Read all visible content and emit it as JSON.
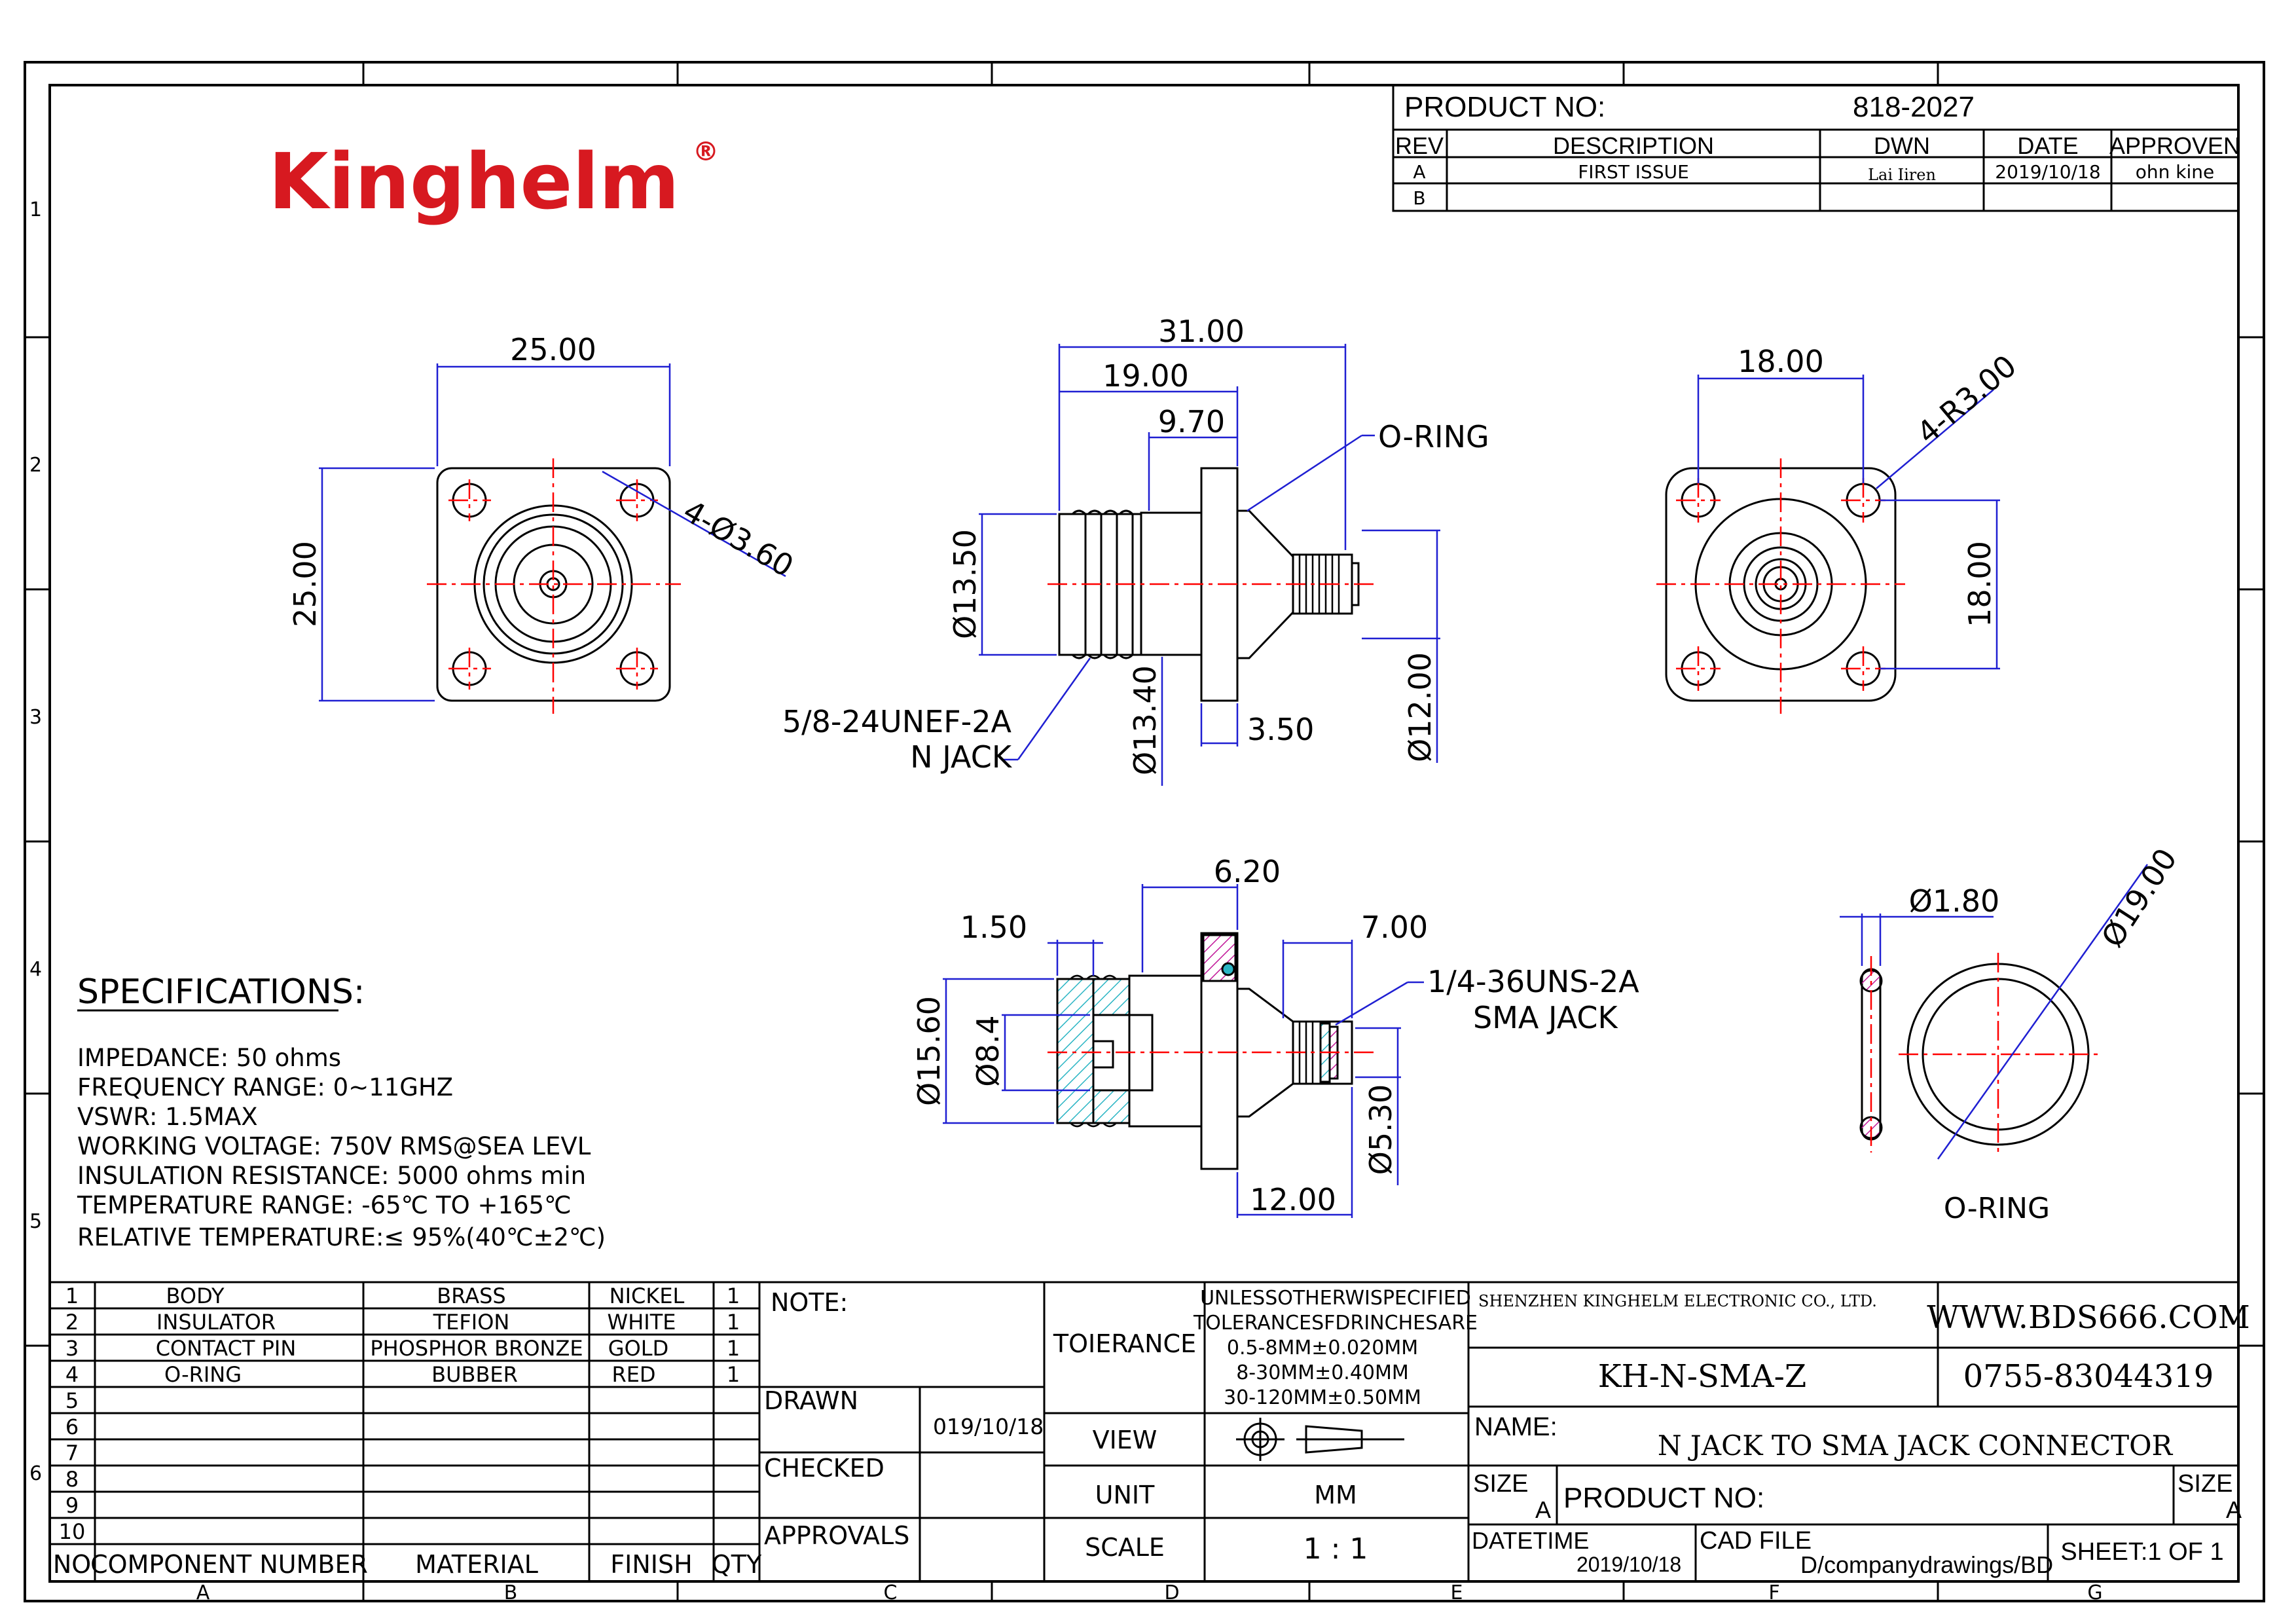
{
  "brand": {
    "logo_text": "Kinghelm",
    "logo_color": "#d71920"
  },
  "colors": {
    "dimension": "#1f1fd2",
    "center": "#ff0000",
    "hatch_cyan": "#2ab5c4",
    "hatch_magenta": "#c2199a",
    "line": "#000000"
  },
  "border": {
    "row_numbers": [
      "1",
      "2",
      "3",
      "4",
      "5",
      "6"
    ],
    "col_letters": [
      "A",
      "B",
      "C",
      "D",
      "E",
      "F",
      "G"
    ]
  },
  "revision_block": {
    "product_no_label": "PRODUCT NO:",
    "product_no": "818-2027",
    "headers": {
      "rev": "REV",
      "description": "DESCRIPTION",
      "dwn": "DWN",
      "date": "DATE",
      "approver": "APPROVEN"
    },
    "rows": [
      {
        "rev": "A",
        "description": "FIRST ISSUE",
        "dwn": "Lai Iiren",
        "date": "2019/10/18",
        "approver": "ohn kine"
      },
      {
        "rev": "B",
        "description": "",
        "dwn": "",
        "date": "",
        "approver": ""
      }
    ]
  },
  "dimensions": {
    "front_width": "25.00",
    "front_height": "25.00",
    "front_holes": "4-Ø3.60",
    "side_overall": "31.00",
    "side_19": "19.00",
    "side_970": "9.70",
    "side_dia1350": "Ø13.50",
    "side_dia1340": "Ø13.40",
    "side_350": "3.50",
    "side_dia1200": "Ø12.00",
    "o_ring_callout": "O-RING",
    "thread_n_line1": "5/8-24UNEF-2A",
    "thread_n_line2": "N JACK",
    "rear_width": "18.00",
    "rear_height": "18.00",
    "rear_radius": "4-R3.00",
    "sec_620": "6.20",
    "sec_150": "1.50",
    "sec_700": "7.00",
    "sec_dia1560": "Ø15.60",
    "sec_dia84": "Ø8.4",
    "sec_dia530": "Ø5.30",
    "sec_1200": "12.00",
    "thread_sma_line1": "1/4-36UNS-2A",
    "thread_sma_line2": "SMA JACK",
    "oring_dia180": "Ø1.80",
    "oring_dia1900": "Ø19.00",
    "oring_label": "O-RING"
  },
  "specifications": {
    "title": "SPECIFICATIONS:",
    "lines": [
      "IMPEDANCE: 50 ohms",
      "FREQUENCY RANGE: 0~11GHZ",
      "VSWR: 1.5MAX",
      "WORKING VOLTAGE: 750V RMS@SEA LEVL",
      "INSULATION RESISTANCE: 5000 ohms min",
      "TEMPERATURE RANGE: -65℃ TO +165℃",
      "RELATIVE TEMPERATURE:≤ 95%(40℃±2℃)"
    ]
  },
  "bom": {
    "headers": {
      "no": "NO",
      "component": "COMPONENT NUMBER",
      "material": "MATERIAL",
      "finish": "FINISH",
      "qty": "QTY"
    },
    "rows": [
      {
        "no": "1",
        "component": "BODY",
        "material": "BRASS",
        "finish": "NICKEL",
        "qty": "1"
      },
      {
        "no": "2",
        "component": "INSULATOR",
        "material": "TEFION",
        "finish": "WHITE",
        "qty": "1"
      },
      {
        "no": "3",
        "component": "CONTACT PIN",
        "material": "PHOSPHOR BRONZE",
        "finish": "GOLD",
        "qty": "1"
      },
      {
        "no": "4",
        "component": "O-RING",
        "material": "BUBBER",
        "finish": "RED",
        "qty": "1"
      },
      {
        "no": "5",
        "component": "",
        "material": "",
        "finish": "",
        "qty": ""
      },
      {
        "no": "6",
        "component": "",
        "material": "",
        "finish": "",
        "qty": ""
      },
      {
        "no": "7",
        "component": "",
        "material": "",
        "finish": "",
        "qty": ""
      },
      {
        "no": "8",
        "component": "",
        "material": "",
        "finish": "",
        "qty": ""
      },
      {
        "no": "9",
        "component": "",
        "material": "",
        "finish": "",
        "qty": ""
      },
      {
        "no": "10",
        "component": "",
        "material": "",
        "finish": "",
        "qty": ""
      }
    ]
  },
  "title_block": {
    "note_label": "NOTE:",
    "drawn_label": "DRAWN",
    "drawn_date": "019/10/18",
    "checked_label": "CHECKED",
    "approvals_label": "APPROVALS",
    "tolerance_label": "TOIERANCE",
    "tolerance_lines": [
      "UNLESSOTHERWISPECIFIED",
      "TOLERANCESFDRINCHESARE",
      "0.5-8MM±0.020MM",
      "8-30MM±0.40MM",
      "30-120MM±0.50MM"
    ],
    "view_label": "VIEW",
    "unit_label": "UNIT",
    "unit_value": "MM",
    "scale_label": "SCALE",
    "scale_value": "1 : 1",
    "company": "SHENZHEN KINGHELM ELECTRONIC CO., LTD.",
    "website": "WWW.BDS666.COM",
    "part_number": "KH-N-SMA-Z",
    "phone": "0755-83044319",
    "name_label": "NAME:",
    "name_value": "N JACK TO SMA JACK CONNECTOR",
    "size_label": "SIZE",
    "size_value": "A",
    "product_no_label": "PRODUCT NO:",
    "size2_label": "SIZE",
    "size2_value": "A",
    "datetime_label": "DATETIME",
    "datetime_value": "2019/10/18",
    "cad_label": "CAD FILE",
    "cad_value": "D/companydrawings/BD",
    "sheet": "SHEET:1 OF 1"
  }
}
